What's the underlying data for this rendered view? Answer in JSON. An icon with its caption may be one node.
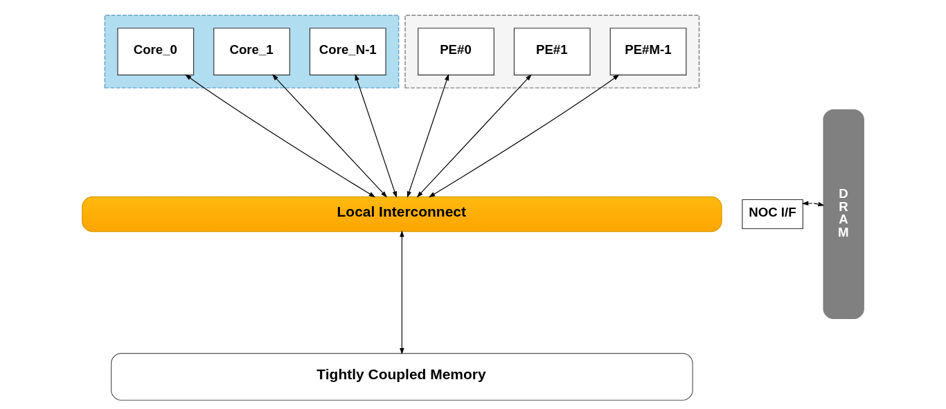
{
  "diagram": {
    "nodes": [
      {
        "text": [],
        "shape": "box"
      },
      {
        "text": [
          "Core_0"
        ],
        "in": 0
      },
      {
        "text": [
          "Core_1"
        ],
        "in": 0
      },
      {
        "text": [
          "Core_N-1"
        ],
        "in": 0
      },
      {
        "text": [],
        "shape": "box"
      },
      {
        "text": [
          "PE#0"
        ],
        "in": 4
      },
      {
        "text": [
          "PE#1"
        ],
        "in": 4
      },
      {
        "text": [
          "PE#M-1"
        ],
        "in": 4
      },
      {
        "text": [
          "Local Interconnect"
        ]
      },
      {
        "text": [
          "NOC I/F"
        ]
      },
      {
        "text": [
          "DRAM"
        ]
      },
      {
        "text": [
          "Tightly Coupled Memory"
        ]
      }
    ],
    "edges": [
      {
        "from": 1,
        "to": 8,
        "arrow": "both"
      },
      {
        "from": 2,
        "to": 8,
        "arrow": "both"
      },
      {
        "from": 3,
        "to": 8,
        "arrow": "both"
      },
      {
        "from": 5,
        "to": 8,
        "arrow": "both"
      },
      {
        "from": 6,
        "to": 8,
        "arrow": "both"
      },
      {
        "from": 7,
        "to": 8,
        "arrow": "both"
      },
      {
        "from": 8,
        "to": 11,
        "arrow": "both"
      },
      {
        "from": 9,
        "to": 10,
        "arrow": "both",
        "style": "dashed"
      }
    ]
  }
}
